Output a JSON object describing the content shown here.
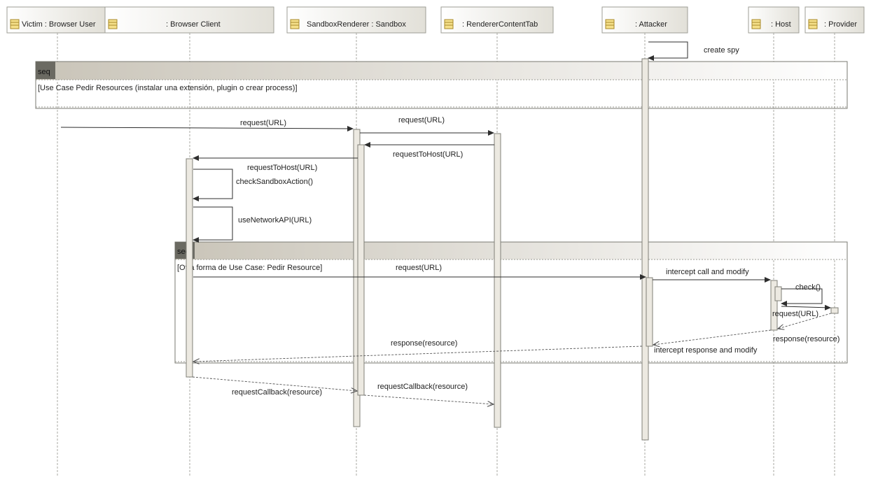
{
  "diagram": {
    "lifelines": [
      {
        "id": "victim",
        "label": "Victim : Browser User"
      },
      {
        "id": "client",
        "label": ": Browser Client"
      },
      {
        "id": "sandbox",
        "label": "SandboxRenderer : Sandbox"
      },
      {
        "id": "renderer",
        "label": ": RendererContentTab"
      },
      {
        "id": "attacker",
        "label": ": Attacker"
      },
      {
        "id": "host",
        "label": ": Host"
      },
      {
        "id": "provider",
        "label": ": Provider"
      }
    ],
    "fragments": [
      {
        "id": "frag1",
        "operator": "seq",
        "guard": "[Use Case Pedir Resources (instalar una extensión, plugin o crear process)]"
      },
      {
        "id": "frag2",
        "operator": "seq",
        "guard": "[Otra forma de Use Case: Pedir Resource]"
      }
    ],
    "messages": [
      {
        "id": "m-create-spy",
        "label": "create spy",
        "from": "attacker",
        "to": "attacker",
        "kind": "self"
      },
      {
        "id": "m-request-1",
        "label": "request(URL)",
        "from": "victim",
        "to": "sandbox",
        "kind": "sync"
      },
      {
        "id": "m-request-2",
        "label": "request(URL)",
        "from": "sandbox",
        "to": "renderer",
        "kind": "sync"
      },
      {
        "id": "m-request-to-host-1",
        "label": "requestToHost(URL)",
        "from": "renderer",
        "to": "sandbox",
        "kind": "sync"
      },
      {
        "id": "m-request-to-host-2",
        "label": "requestToHost(URL)",
        "from": "sandbox",
        "to": "client",
        "kind": "sync"
      },
      {
        "id": "m-check-sandbox",
        "label": "checkSandboxAction()",
        "from": "client",
        "to": "client",
        "kind": "self"
      },
      {
        "id": "m-use-network",
        "label": "useNetworkAPI(URL)",
        "from": "client",
        "to": "client",
        "kind": "self"
      },
      {
        "id": "m-request-3",
        "label": "request(URL)",
        "from": "client",
        "to": "attacker",
        "kind": "sync"
      },
      {
        "id": "m-intercept-call",
        "label": "intercept call and modify",
        "from": "attacker",
        "to": "host",
        "kind": "sync"
      },
      {
        "id": "m-check",
        "label": "check()",
        "from": "host",
        "to": "host",
        "kind": "self"
      },
      {
        "id": "m-request-4",
        "label": "request(URL)",
        "from": "host",
        "to": "provider",
        "kind": "sync"
      },
      {
        "id": "m-response-provider",
        "label": "response(resource)",
        "from": "provider",
        "to": "host",
        "kind": "reply"
      },
      {
        "id": "m-intercept-response",
        "label": "intercept response and modify",
        "from": "host",
        "to": "attacker",
        "kind": "reply"
      },
      {
        "id": "m-response-client",
        "label": "response(resource)",
        "from": "attacker",
        "to": "client",
        "kind": "reply"
      },
      {
        "id": "m-callback-1",
        "label": "requestCallback(resource)",
        "from": "client",
        "to": "sandbox",
        "kind": "reply"
      },
      {
        "id": "m-callback-2",
        "label": "requestCallback(resource)",
        "from": "sandbox",
        "to": "renderer",
        "kind": "reply"
      }
    ]
  },
  "colors": {
    "head_fill_start": "#ffffff",
    "head_fill_end": "#e4e2da",
    "icon_fill": "#f5e08a",
    "icon_stroke": "#a8892a",
    "seq_tab": "#6b6a62",
    "seq_band": "#ddd9cf"
  },
  "icons": {
    "lifeline_icon": "class-icon"
  }
}
